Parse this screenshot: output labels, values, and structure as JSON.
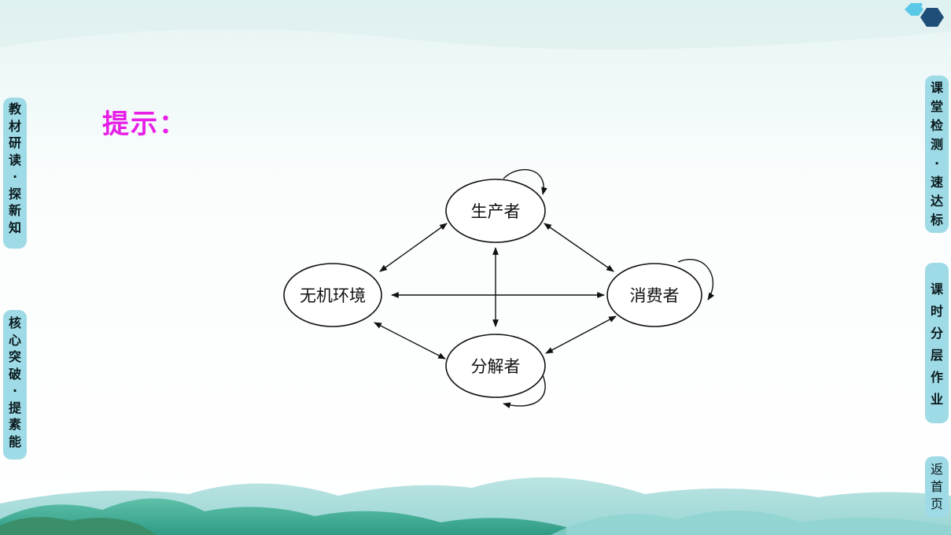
{
  "hint": {
    "title": "提示："
  },
  "side_nav": {
    "left": [
      {
        "label": "教\n材\n研\n读\n·\n探\n新\n知"
      },
      {
        "label": "核\n心\n突\n破\n·\n提\n素\n能"
      }
    ],
    "right": [
      {
        "label": "课\n堂\n检\n测\n·\n速\n达\n标"
      },
      {
        "label": "课\n时\n分\n层\n作\n业"
      }
    ],
    "home": {
      "label": "返\n首\n页"
    }
  },
  "diagram": {
    "nodes": {
      "producer": "生产者",
      "consumer": "消费者",
      "decomposer": "分解者",
      "environment": "无机环境"
    }
  },
  "colors": {
    "hint_title": "#e61ee6",
    "tab_background": "#9fdbe6",
    "hex_dark": "#1f4e79",
    "hex_light": "#5bc8e8"
  }
}
